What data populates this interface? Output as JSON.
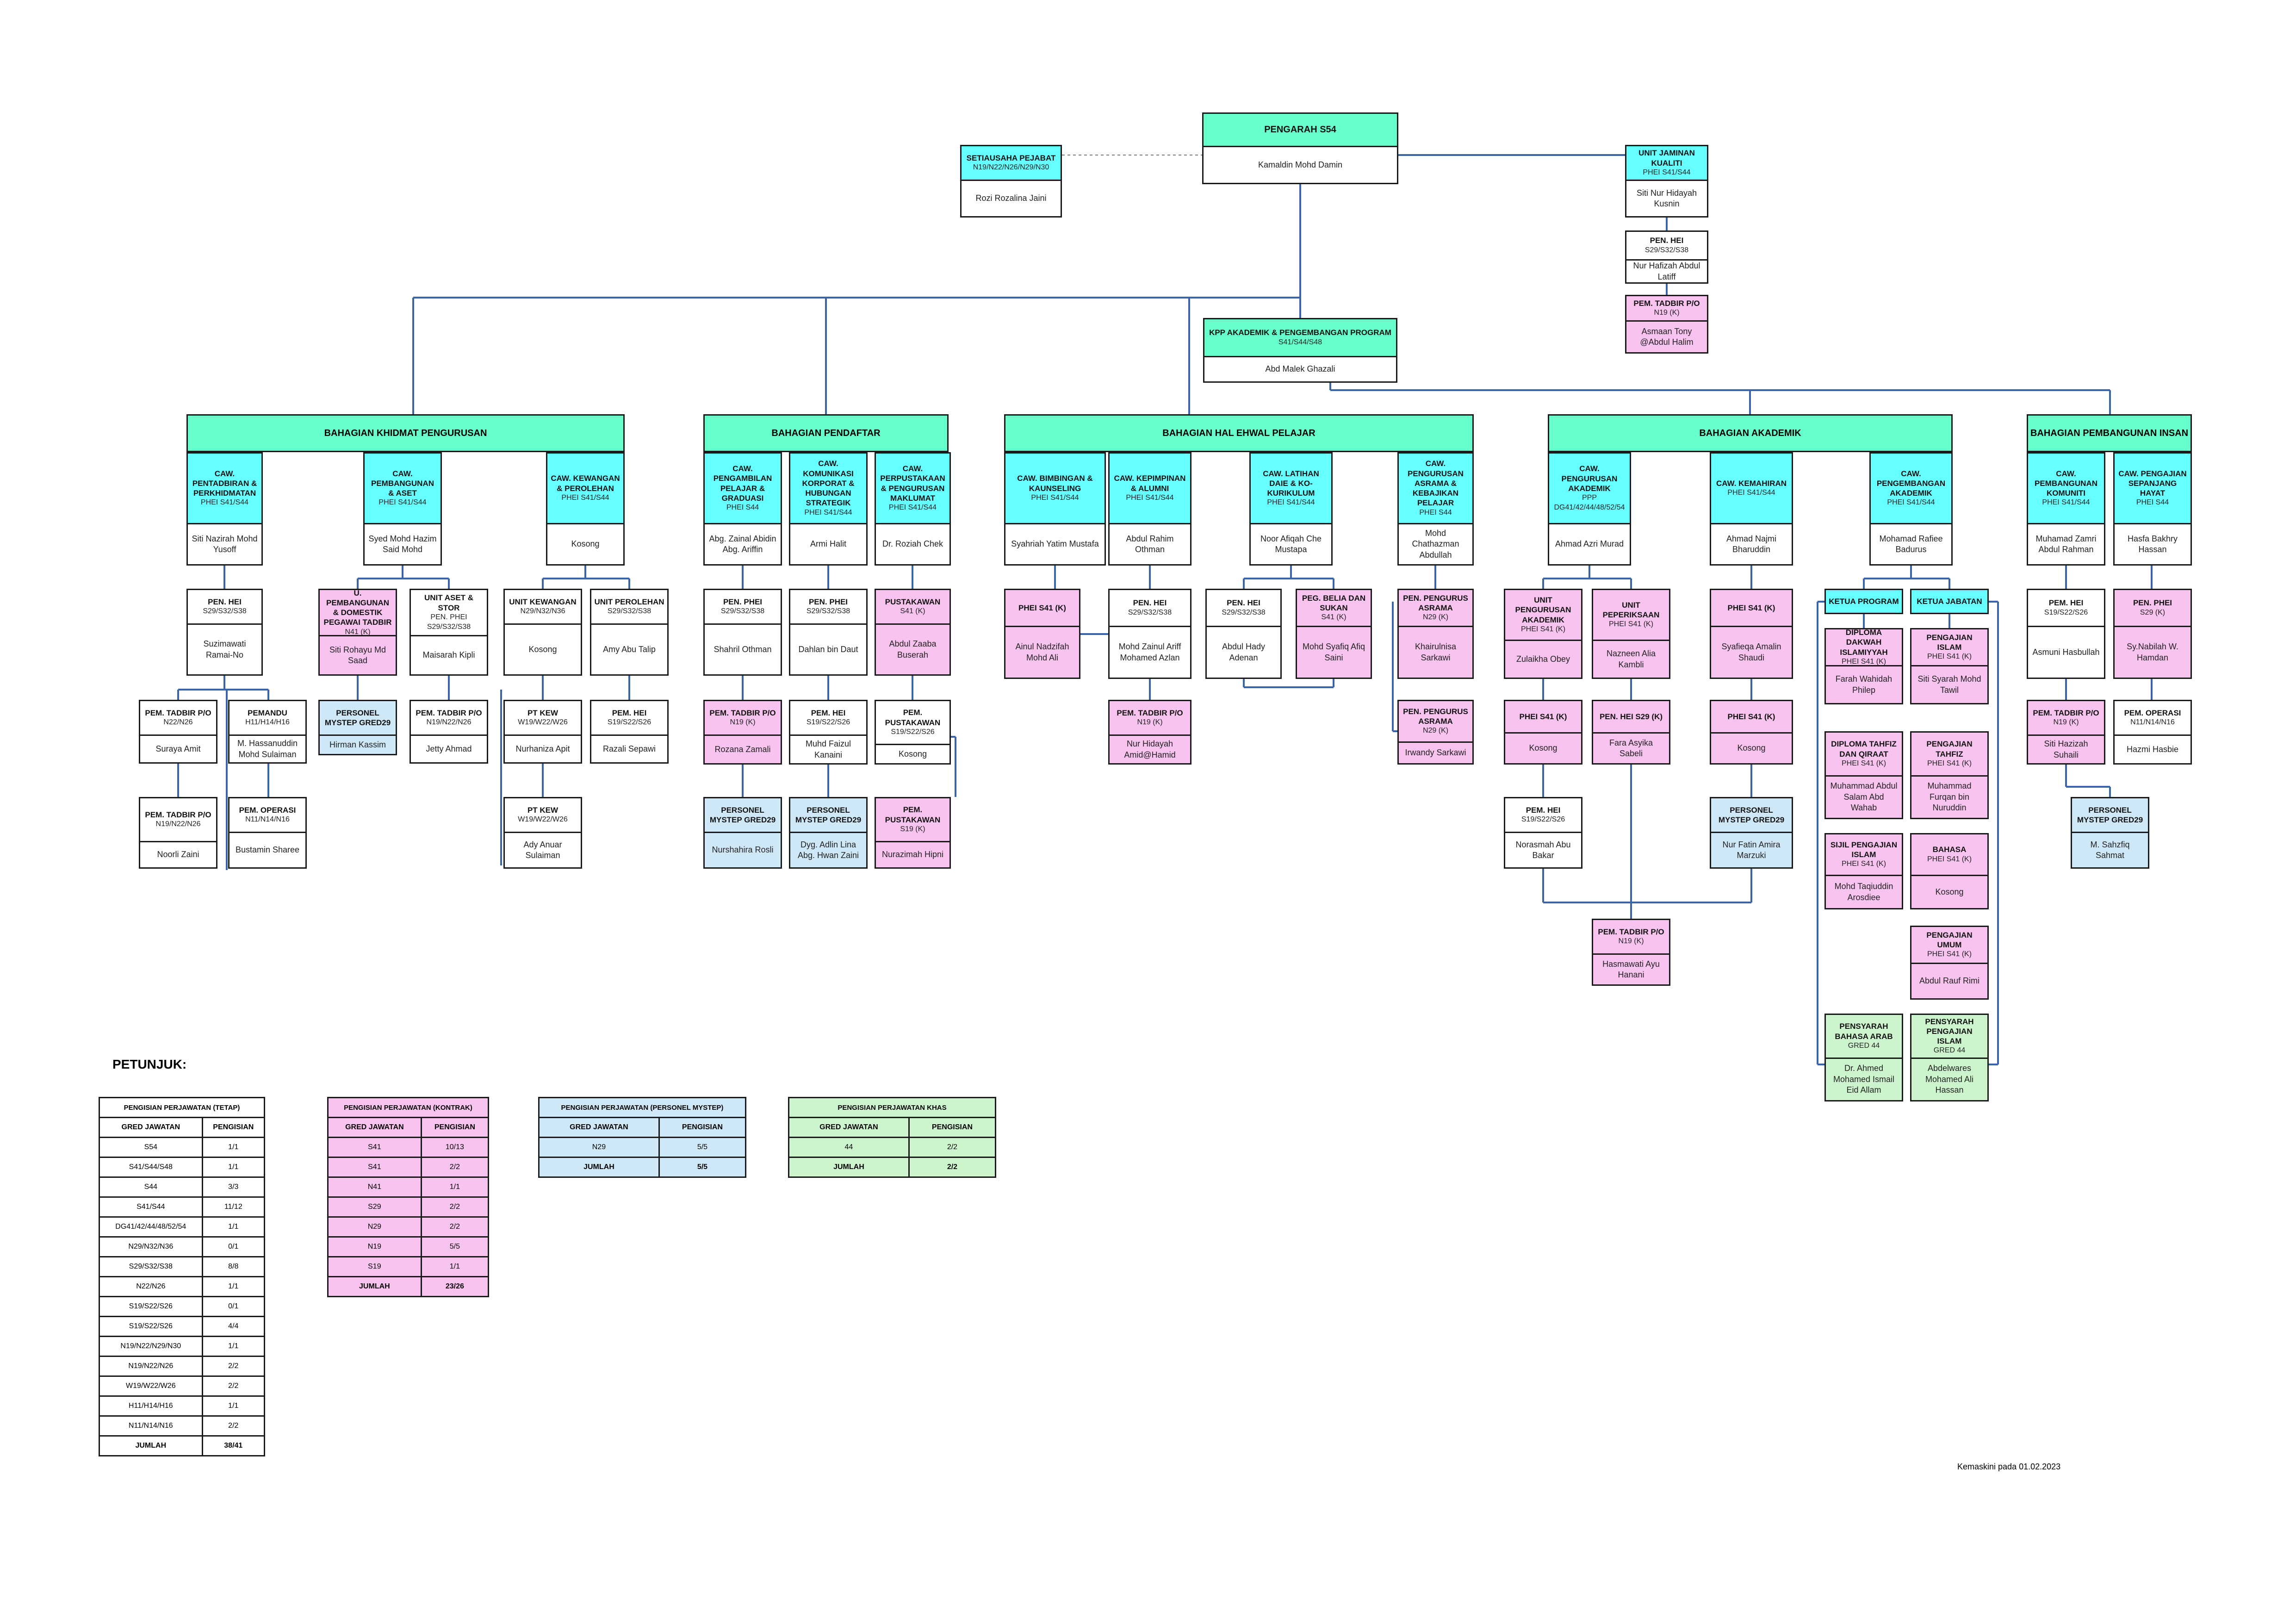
{
  "director": {
    "title": "PENGARAH S54",
    "name": "Kamaldin Mohd Damin"
  },
  "secretary": {
    "title": "SETIAUSAHA PEJABAT",
    "grades": "N19/N22/N26/N29/N30",
    "name": "Rozi Rozalina Jaini"
  },
  "quality": {
    "title": "UNIT JAMINAN KUALITI",
    "grades": "PHEI S41/S44",
    "name": "Siti Nur Hidayah Kusnin"
  },
  "quality_hei": {
    "title": "PEN. HEI",
    "grades": "S29/S32/S38",
    "name": "Nur Hafizah Abdul Latiff"
  },
  "quality_tadbir": {
    "title": "PEM. TADBIR P/O",
    "grades": "N19 (K)",
    "name": "Asmaan Tony @Abdul Halim"
  },
  "kpp": {
    "title": "KPP AKADEMIK & PENGEMBANGAN PROGRAM",
    "grades": "S41/S44/S48",
    "name": "Abd Malek Ghazali"
  },
  "divisions": {
    "khidmat": "BAHAGIAN KHIDMAT PENGURUSAN",
    "pendaftar": "BAHAGIAN PENDAFTAR",
    "hep": "BAHAGIAN HAL EHWAL PELAJAR",
    "akademik": "BAHAGIAN AKADEMIK",
    "insan": "BAHAGIAN PEMBANGUNAN INSAN"
  },
  "nodes": {
    "k1": {
      "title": "CAW. PENTADBIRAN & PERKHIDMATAN",
      "grades": "PHEI S41/S44",
      "name": "Siti Nazirah Mohd Yusoff"
    },
    "k2": {
      "title": "CAW. PEMBANGUNAN & ASET",
      "grades": "PHEI S41/S44",
      "name": "Syed Mohd Hazim Said Mohd"
    },
    "k3": {
      "title": "CAW. KEWANGAN & PEROLEHAN",
      "grades": "PHEI S41/S44",
      "name": "Kosong"
    },
    "k1a": {
      "title": "PEN. HEI",
      "grades": "S29/S32/S38",
      "name": "Suzimawati Ramai-No"
    },
    "k1b": {
      "title": "PEM. TADBIR P/O",
      "grades": "N22/N26",
      "name": "Suraya Amit"
    },
    "k1c": {
      "title": "PEMANDU",
      "grades": "H11/H14/H16",
      "name": "M. Hassanuddin Mohd Sulaiman"
    },
    "k1d": {
      "title": "PEM. TADBIR P/O",
      "grades": "N19/N22/N26",
      "name": "Noorli Zaini"
    },
    "k1e": {
      "title": "PEM. OPERASI",
      "grades": "N11/N14/N16",
      "name": "Bustamin Sharee"
    },
    "k2a": {
      "title": "U. PEMBANGUNAN & DOMESTIK PEGAWAI TADBIR",
      "grades": "N41 (K)",
      "name": "Siti Rohayu Md Saad"
    },
    "k2b": {
      "title": "UNIT ASET & STOR",
      "grades": "PEN. PHEI S29/S32/S38",
      "name": "Maisarah Kipli"
    },
    "k2c": {
      "title": "PERSONEL MYSTEP GRED29",
      "grades": "",
      "name": "Hirman Kassim"
    },
    "k2d": {
      "title": "PEM. TADBIR P/O",
      "grades": "N19/N22/N26",
      "name": "Jetty Ahmad"
    },
    "k3a": {
      "title": "UNIT KEWANGAN",
      "grades": "N29/N32/N36",
      "name": "Kosong"
    },
    "k3b": {
      "title": "UNIT PEROLEHAN",
      "grades": "S29/S32/S38",
      "name": "Amy Abu Talip"
    },
    "k3c": {
      "title": "PT KEW",
      "grades": "W19/W22/W26",
      "name": "Nurhaniza Apit"
    },
    "k3d": {
      "title": "PEM. HEI",
      "grades": "S19/S22/S26",
      "name": "Razali Sepawi"
    },
    "k3e": {
      "title": "PT KEW",
      "grades": "W19/W22/W26",
      "name": "Ady Anuar Sulaiman"
    },
    "p1": {
      "title": "CAW. PENGAMBILAN PELAJAR & GRADUASI",
      "grades": "PHEI S44",
      "name": "Abg. Zainal Abidin Abg. Ariffin"
    },
    "p2": {
      "title": "CAW. KOMUNIKASI KORPORAT & HUBUNGAN STRATEGIK",
      "grades": "PHEI S41/S44",
      "name": "Armi Halit"
    },
    "p3": {
      "title": "CAW. PERPUSTAKAAN & PENGURUSAN MAKLUMAT",
      "grades": "PHEI S41/S44",
      "name": "Dr. Roziah Chek"
    },
    "p1a": {
      "title": "PEN. PHEI",
      "grades": "S29/S32/S38",
      "name": "Shahril Othman"
    },
    "p2a": {
      "title": "PEN. PHEI",
      "grades": "S29/S32/S38",
      "name": "Dahlan bin Daut"
    },
    "p3a": {
      "title": "PUSTAKAWAN",
      "grades": "S41 (K)",
      "name": "Abdul Zaaba Buserah"
    },
    "p1b": {
      "title": "PEM. TADBIR P/O",
      "grades": "N19 (K)",
      "name": "Rozana Zamali"
    },
    "p2b": {
      "title": "PEM. HEI",
      "grades": "S19/S22/S26",
      "name": "Muhd Faizul Kanaini"
    },
    "p3b": {
      "title": "PEM. PUSTAKAWAN",
      "grades": "S19/S22/S26",
      "name": "Kosong"
    },
    "p1c": {
      "title": "PERSONEL MYSTEP GRED29",
      "grades": "",
      "name": "Nurshahira Rosli"
    },
    "p2c": {
      "title": "PERSONEL MYSTEP GRED29",
      "grades": "",
      "name": "Dyg. Adlin Lina Abg. Hwan Zaini"
    },
    "p3c": {
      "title": "PEM. PUSTAKAWAN",
      "grades": "S19 (K)",
      "name": "Nurazimah Hipni"
    },
    "h1": {
      "title": "CAW. BIMBINGAN & KAUNSELING",
      "grades": "PHEI S41/S44",
      "name": "Syahriah Yatim Mustafa"
    },
    "h2": {
      "title": "CAW. KEPIMPINAN & ALUMNI",
      "grades": "PHEI S41/S44",
      "name": "Abdul Rahim Othman"
    },
    "h3": {
      "title": "CAW. LATIHAN DAIE & KO-KURIKULUM",
      "grades": "PHEI S41/S44",
      "name": "Noor Afiqah Che Mustapa"
    },
    "h4": {
      "title": "CAW. PENGURUSAN ASRAMA & KEBAJIKAN PELAJAR",
      "grades": "PHEI S44",
      "name": "Mohd Chathazman Abdullah"
    },
    "h1a": {
      "title": "PHEI S41 (K)",
      "grades": "",
      "name": "Ainul Nadzifah Mohd Ali"
    },
    "h2a": {
      "title": "PEN. HEI",
      "grades": "S29/S32/S38",
      "name": "Mohd Zainul Ariff Mohamed Azlan"
    },
    "h2b": {
      "title": "PEM. TADBIR P/O",
      "grades": "N19 (K)",
      "name": "Nur Hidayah Amid@Hamid"
    },
    "h3a": {
      "title": "PEN. HEI",
      "grades": "S29/S32/S38",
      "name": "Abdul Hady Adenan"
    },
    "h3b": {
      "title": "PEG. BELIA DAN SUKAN",
      "grades": "S41 (K)",
      "name": "Mohd Syafiq Afiq Saini"
    },
    "h4a": {
      "title": "PEN. PENGURUS ASRAMA",
      "grades": "N29 (K)",
      "name": "Khairulnisa Sarkawi"
    },
    "h4b": {
      "title": "PEN. PENGURUS ASRAMA",
      "grades": "N29 (K)",
      "name": "Irwandy Sarkawi"
    },
    "a1": {
      "title": "CAW. PENGURUSAN AKADEMIK",
      "grades": "PPP DG41/42/44/48/52/54",
      "name": "Ahmad Azri Murad"
    },
    "a2": {
      "title": "CAW. KEMAHIRAN",
      "grades": "PHEI S41/S44",
      "name": "Ahmad Najmi Bharuddin"
    },
    "a3": {
      "title": "CAW. PENGEMBANGAN AKADEMIK",
      "grades": "PHEI S41/S44",
      "name": "Mohamad Rafiee Badurus"
    },
    "a1a": {
      "title": "UNIT PENGURUSAN AKADEMIK",
      "grades": "PHEI S41 (K)",
      "name": "Zulaikha Obey"
    },
    "a1b": {
      "title": "UNIT PEPERIKSAAN",
      "grades": "PHEI S41 (K)",
      "name": "Nazneen Alia Kambli"
    },
    "a1c": {
      "title": "PHEI S41 (K)",
      "grades": "",
      "name": "Kosong"
    },
    "a1d": {
      "title": "PEN. HEI S29 (K)",
      "grades": "",
      "name": "Fara Asyika Sabeli"
    },
    "a1e": {
      "title": "PEM. HEI",
      "grades": "S19/S22/S26",
      "name": "Norasmah Abu Bakar"
    },
    "a1f": {
      "title": "PEM. TADBIR P/O",
      "grades": "N19 (K)",
      "name": "Hasmawati Ayu Hanani"
    },
    "a2a": {
      "title": "PHEI S41 (K)",
      "grades": "",
      "name": "Syafieqa Amalin Shaudi"
    },
    "a2b": {
      "title": "PHEI S41 (K)",
      "grades": "",
      "name": "Kosong"
    },
    "a2c": {
      "title": "PERSONEL MYSTEP GRED29",
      "grades": "",
      "name": "Nur Fatin Amira Marzuki"
    },
    "kp": {
      "title": "KETUA PROGRAM"
    },
    "kj": {
      "title": "KETUA JABATAN"
    },
    "a3a": {
      "title": "DIPLOMA DAKWAH ISLAMIYYAH",
      "grades": "PHEI S41 (K)",
      "name": "Farah Wahidah Philep"
    },
    "a3b": {
      "title": "PENGAJIAN ISLAM",
      "grades": "PHEI S41 (K)",
      "name": "Siti Syarah Mohd Tawil"
    },
    "a3c": {
      "title": "DIPLOMA TAHFIZ DAN QIRAAT",
      "grades": "PHEI S41 (K)",
      "name": "Muhammad Abdul Salam Abd Wahab"
    },
    "a3d": {
      "title": "PENGAJIAN TAHFIZ",
      "grades": "PHEI S41 (K)",
      "name": "Muhammad Furqan bin Nuruddin"
    },
    "a3e": {
      "title": "SIJIL PENGAJIAN ISLAM",
      "grades": "PHEI S41 (K)",
      "name": "Mohd Taqiuddin Arosdiee"
    },
    "a3f": {
      "title": "BAHASA",
      "grades": "PHEI S41 (K)",
      "name": "Kosong"
    },
    "a3g": {
      "title": "PENGAJIAN UMUM",
      "grades": "PHEI S41 (K)",
      "name": "Abdul Rauf Rimi"
    },
    "a3h": {
      "title": "PENSYARAH BAHASA ARAB",
      "grades": "GRED 44",
      "name": "Dr. Ahmed Mohamed Ismail Eid Allam"
    },
    "a3i": {
      "title": "PENSYARAH PENGAJIAN ISLAM",
      "grades": "GRED 44",
      "name": "Abdelwares Mohamed Ali Hassan"
    },
    "i1": {
      "title": "CAW. PEMBANGUNAN KOMUNITI",
      "grades": "PHEI S41/S44",
      "name": "Muhamad Zamri Abdul Rahman"
    },
    "i2": {
      "title": "CAW. PENGAJIAN SEPANJANG HAYAT",
      "grades": "PHEI S44",
      "name": "Hasfa Bakhry Hassan"
    },
    "i1a": {
      "title": "PEM. HEI",
      "grades": "S19/S22/S26",
      "name": "Asmuni Hasbullah"
    },
    "i2a": {
      "title": "PEN. PHEI",
      "grades": "S29 (K)",
      "name": "Sy.Nabilah W. Hamdan"
    },
    "i1b": {
      "title": "PEM. TADBIR P/O",
      "grades": "N19 (K)",
      "name": "Siti Hazizah Suhaili"
    },
    "i2b": {
      "title": "PEM. OPERASI",
      "grades": "N11/N14/N16",
      "name": "Hazmi Hasbie"
    },
    "i2c": {
      "title": "PERSONEL MYSTEP GRED29",
      "grades": "",
      "name": "M. Sahzfiq Sahmat"
    }
  },
  "legend": {
    "title": "PETUNJUK:",
    "tetap": {
      "caption": "PENGISIAN PERJAWATAN (TETAP)",
      "col1": "GRED JAWATAN",
      "col2": "PENGISIAN",
      "rows": [
        [
          "S54",
          "1/1"
        ],
        [
          "S41/S44/S48",
          "1/1"
        ],
        [
          "S44",
          "3/3"
        ],
        [
          "S41/S44",
          "11/12"
        ],
        [
          "DG41/42/44/48/52/54",
          "1/1"
        ],
        [
          "N29/N32/N36",
          "0/1"
        ],
        [
          "S29/S32/S38",
          "8/8"
        ],
        [
          "N22/N26",
          "1/1"
        ],
        [
          "S19/S22/S26",
          "0/1"
        ],
        [
          "S19/S22/S26",
          "4/4"
        ],
        [
          "N19/N22/N29/N30",
          "1/1"
        ],
        [
          "N19/N22/N26",
          "2/2"
        ],
        [
          "W19/W22/W26",
          "2/2"
        ],
        [
          "H11/H14/H16",
          "1/1"
        ],
        [
          "N11/N14/N16",
          "2/2"
        ]
      ],
      "total_label": "JUMLAH",
      "total": "38/41"
    },
    "kontrak": {
      "caption": "PENGISIAN PERJAWATAN (KONTRAK)",
      "col1": "GRED JAWATAN",
      "col2": "PENGISIAN",
      "rows": [
        [
          "S41",
          "10/13"
        ],
        [
          "S41",
          "2/2"
        ],
        [
          "N41",
          "1/1"
        ],
        [
          "S29",
          "2/2"
        ],
        [
          "N29",
          "2/2"
        ],
        [
          "N19",
          "5/5"
        ],
        [
          "S19",
          "1/1"
        ]
      ],
      "total_label": "JUMLAH",
      "total": "23/26"
    },
    "mystep": {
      "caption": "PENGISIAN PERJAWATAN (PERSONEL MYSTEP)",
      "col1": "GRED JAWATAN",
      "col2": "PENGISIAN",
      "rows": [
        [
          "N29",
          "5/5"
        ]
      ],
      "total_label": "JUMLAH",
      "total": "5/5"
    },
    "khas": {
      "caption": "PENGISIAN PERJAWATAN KHAS",
      "col1": "GRED JAWATAN",
      "col2": "PENGISIAN",
      "rows": [
        [
          "44",
          "2/2"
        ]
      ],
      "total_label": "JUMLAH",
      "total": "2/2"
    }
  },
  "updated": "Kemaskini pada 01.02.2023",
  "colors": {
    "teal": "#66ffcc",
    "cyan": "#66ffff",
    "pink": "#f8c3ee",
    "blue": "#cfe8f8",
    "green": "#cdf5cd",
    "line": "#3b63a8"
  }
}
